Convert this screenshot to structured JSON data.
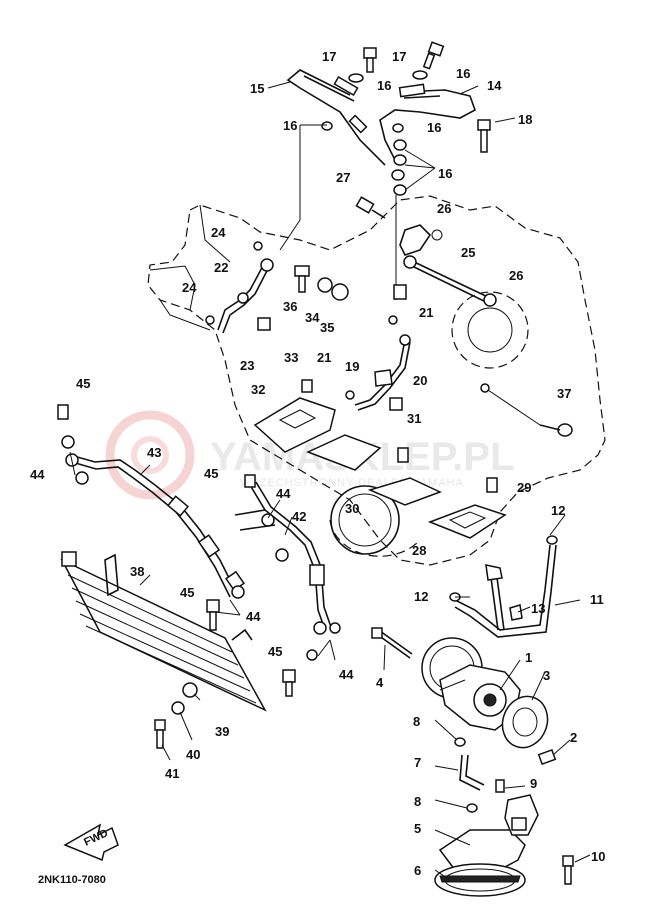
{
  "diagram_code": "2NK110-7080",
  "fwd_label": "FWD",
  "watermark": {
    "main": "YAMASKLEP.PL",
    "sub": "WSZECHSTRONNY DEALER YAMAHA",
    "logo_color": "#f2b8b8"
  },
  "part_labels": [
    "17",
    "17",
    "16",
    "15",
    "14",
    "16",
    "16",
    "16",
    "18",
    "16",
    "27",
    "26",
    "24",
    "25",
    "26",
    "22",
    "36",
    "24",
    "34",
    "35",
    "21",
    "23",
    "33",
    "21",
    "19",
    "20",
    "32",
    "37",
    "45",
    "31",
    "43",
    "44",
    "45",
    "44",
    "29",
    "12",
    "42",
    "30",
    "28",
    "38",
    "12",
    "11",
    "13",
    "45",
    "44",
    "1",
    "45",
    "44",
    "4",
    "3",
    "39",
    "8",
    "2",
    "40",
    "7",
    "9",
    "41",
    "8",
    "5",
    "10",
    "6"
  ]
}
